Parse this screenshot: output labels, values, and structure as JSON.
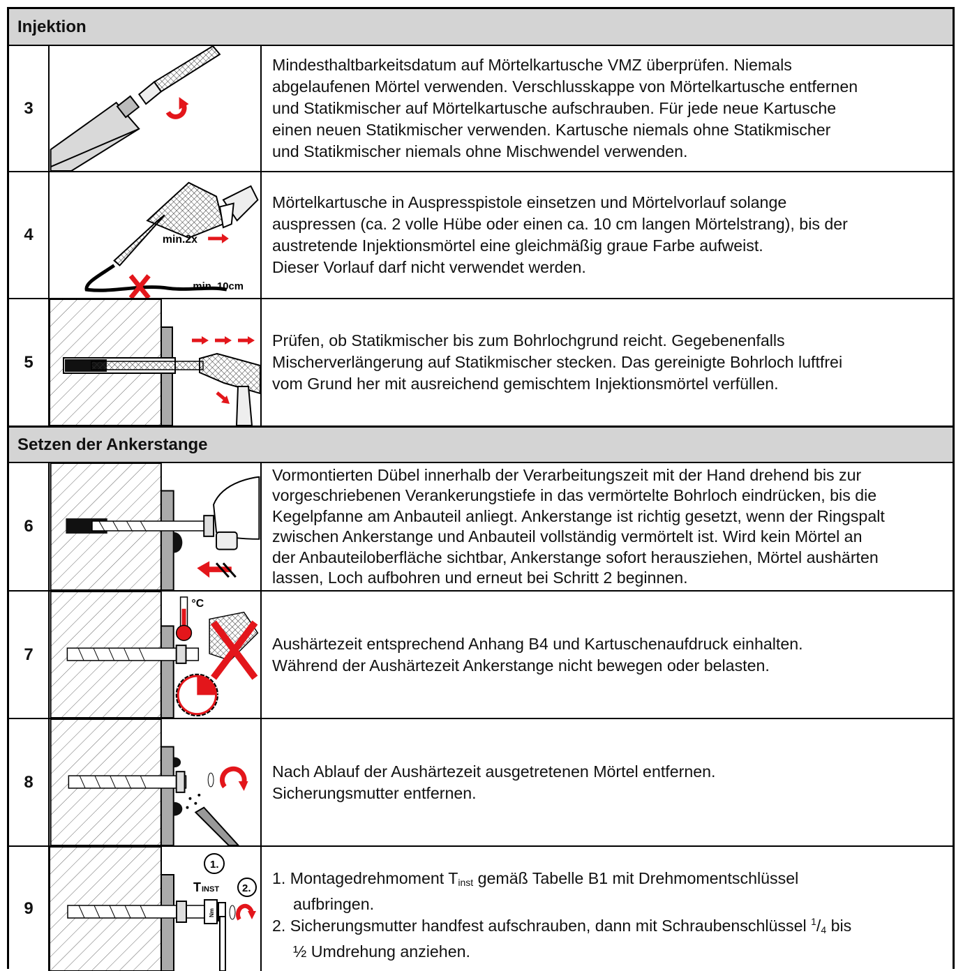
{
  "sections": [
    {
      "title": "Injektion"
    },
    {
      "title": "Setzen der Ankerstange"
    }
  ],
  "steps": [
    {
      "num": "3",
      "lines": [
        "Mindesthaltbarkeitsdatum auf Mörtelkartusche VMZ überprüfen. Niemals",
        "abgelaufenen Mörtel verwenden. Verschlusskappe von Mörtelkartusche entfernen",
        "und Statikmischer auf Mörtelkartusche aufschrauben. Für jede neue Kartusche",
        "einen neuen Statikmischer verwenden. Kartusche niemals ohne Statikmischer",
        "und Statikmischer niemals ohne Mischwendel verwenden."
      ]
    },
    {
      "num": "4",
      "lines": [
        "Mörtelkartusche in Auspresspistole einsetzen und Mörtelvorlauf solange",
        "auspressen (ca. 2 volle Hübe oder einen ca. 10 cm langen Mörtelstrang), bis der",
        "austretende Injektionsmörtel eine gleichmäßig graue Farbe aufweist.",
        "Dieser Vorlauf darf nicht verwendet werden."
      ],
      "figure_labels": {
        "strokes": "min.2x",
        "length": "min. 10cm"
      }
    },
    {
      "num": "5",
      "lines": [
        "Prüfen, ob Statikmischer bis zum Bohrlochgrund reicht. Gegebenenfalls",
        "Mischerverlängerung auf Statikmischer stecken. Das gereinigte Bohrloch luftfrei",
        "vom Grund her mit ausreichend gemischtem Injektionsmörtel verfüllen."
      ]
    },
    {
      "num": "6",
      "lines": [
        "Vormontierten Dübel innerhalb der Verarbeitungszeit mit der Hand drehend bis zur",
        "vorgeschriebenen Verankerungstiefe in das vermörtelte Bohrloch eindrücken, bis die",
        "Kegelpfanne am Anbauteil anliegt. Ankerstange ist richtig gesetzt, wenn der Ringspalt",
        "zwischen Ankerstange und Anbauteil vollständig vermörtelt ist. Wird kein Mörtel an",
        "der Anbauteiloberfläche sichtbar, Ankerstange sofort herausziehen, Mörtel aushärten",
        "lassen, Loch aufbohren und erneut bei Schritt 2 beginnen."
      ]
    },
    {
      "num": "7",
      "lines": [
        "Aushärtezeit entsprechend Anhang B4 und Kartuschenaufdruck einhalten.",
        "Während der Aushärtezeit Ankerstange nicht bewegen oder belasten."
      ],
      "figure_labels": {
        "temp": "°C"
      }
    },
    {
      "num": "8",
      "lines": [
        "Nach Ablauf der Aushärtezeit ausgetretenen Mörtel entfernen.",
        "Sicherungsmutter entfernen."
      ]
    },
    {
      "num": "9",
      "item1_a": "1. Montagedrehmoment T",
      "item1_sub": "inst",
      "item1_b": " gemäß Tabelle B1 mit Drehmomentschlüssel",
      "item1_c": "aufbringen.",
      "item2_a": "2. Sicherungsmutter handfest aufschrauben, dann mit Schraubenschlüssel ",
      "item2_sup": "1",
      "item2_sub": "4",
      "item2_b": " bis",
      "item2_c": "½ Umdrehung anziehen.",
      "figure_labels": {
        "step1": "1.",
        "step2": "2.",
        "tinst": "T",
        "tinst_sub": "INST",
        "nm": "Nm"
      }
    }
  ],
  "colors": {
    "header_bg": "#d4d4d4",
    "accent_red": "#e3161b",
    "wall_hatch": "#555555"
  }
}
